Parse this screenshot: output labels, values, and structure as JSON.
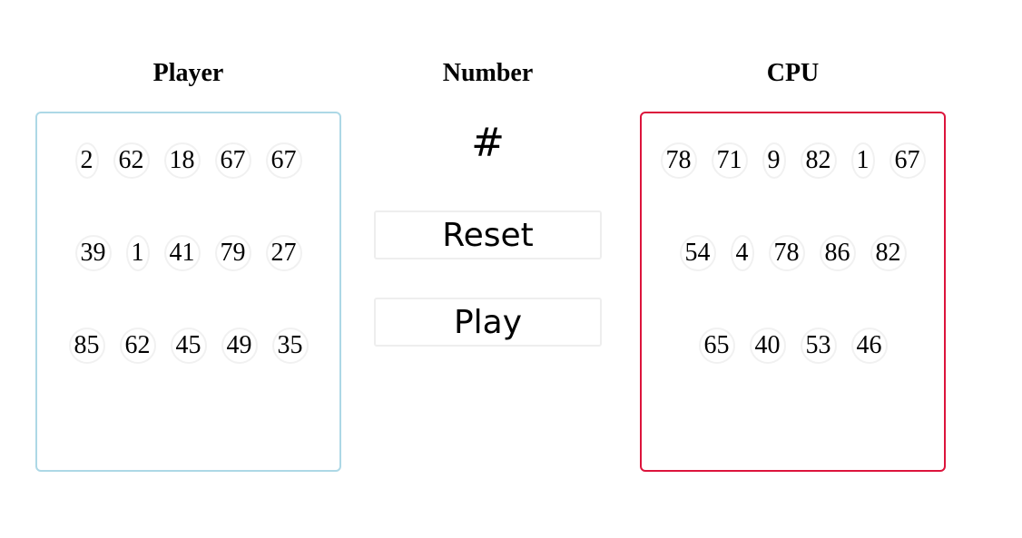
{
  "player": {
    "title": "Player",
    "border_color": "#add8e6",
    "rows": [
      [
        "2",
        "62",
        "18",
        "67",
        "67"
      ],
      [
        "39",
        "1",
        "41",
        "79",
        "27"
      ],
      [
        "85",
        "62",
        "45",
        "49",
        "35"
      ]
    ]
  },
  "number": {
    "title": "Number",
    "display": "#"
  },
  "controls": {
    "reset_label": "Reset",
    "play_label": "Play"
  },
  "cpu": {
    "title": "CPU",
    "border_color": "#dc143c",
    "rows": [
      [
        "78",
        "71",
        "9",
        "82",
        "1",
        "67"
      ],
      [
        "54",
        "4",
        "78",
        "86",
        "82"
      ],
      [
        "65",
        "40",
        "53",
        "46"
      ]
    ]
  }
}
